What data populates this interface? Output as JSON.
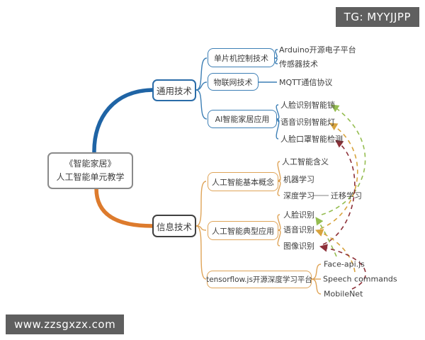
{
  "watermarks": {
    "top_right": "TG: MYYJJPP",
    "bottom_left": "www.zzsgxzx.com"
  },
  "palette": {
    "branch_blue": "#1f64a5",
    "branch_blue_light": "#3d7fb5",
    "branch_orange": "#dd7b2d",
    "branch_orange_light": "#dfa458",
    "root_border": "#8a8a8a",
    "info_tech_border": "#404040",
    "text": "#3d3d3d",
    "link_green": "#95bd51",
    "link_yellow": "#d8a43e",
    "link_darkred": "#8d3038",
    "watermark_bg": "#5f5f5f"
  },
  "mindmap": {
    "root": {
      "line1": "《智能家居》",
      "line2": "人工智能单元教学"
    },
    "branches": [
      {
        "label": "通用技术",
        "children": [
          {
            "label": "单片机控制技术",
            "leaves": [
              "Arduino开源电子平台",
              "传感器技术"
            ]
          },
          {
            "label": "物联网技术",
            "leaves": [
              "MQTT通信协议"
            ]
          },
          {
            "label": "AI智能家居应用",
            "leaves": [
              "人脸识别智能锁",
              "语音识别智能灯",
              "人脸口罩智能检测"
            ]
          }
        ]
      },
      {
        "label": "信息技术",
        "children": [
          {
            "label": "人工智能基本概念",
            "leaves": [
              "人工智能含义",
              "机器学习",
              "深度学习"
            ],
            "subleaves": [
              "迁移学习"
            ]
          },
          {
            "label": "人工智能典型应用",
            "leaves": [
              "人脸识别",
              "语音识别",
              "图像识别"
            ]
          },
          {
            "label": "tensorflow.js开源深度学习平台",
            "leaves": [
              "Face-api.js",
              "Speech commands",
              "MobileNet"
            ]
          }
        ]
      }
    ],
    "cross_links": [
      {
        "from": "人脸识别",
        "to": "人脸识别智能锁",
        "color": "green"
      },
      {
        "from": "语音识别",
        "to": "语音识别智能灯",
        "color": "yellow"
      },
      {
        "from": "图像识别",
        "to": "人脸口罩智能检测",
        "color": "darkred"
      },
      {
        "from": "Face-api.js",
        "to": "人脸识别",
        "color": "green"
      },
      {
        "from": "Speech commands",
        "to": "语音识别",
        "color": "yellow"
      },
      {
        "from": "MobileNet",
        "to": "图像识别",
        "color": "darkred"
      }
    ]
  }
}
